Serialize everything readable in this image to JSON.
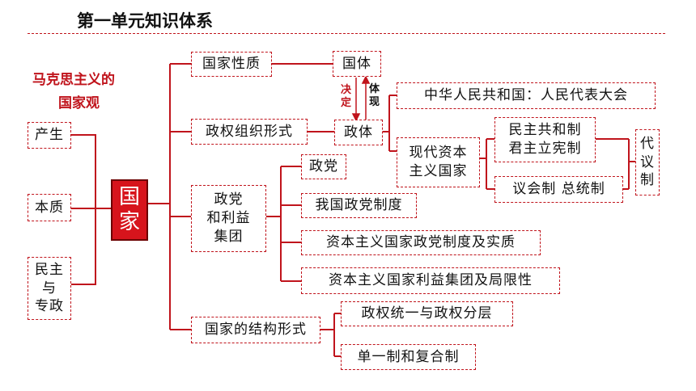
{
  "title": "第一单元知识体系",
  "subtitle_line1": "马克思主义的",
  "subtitle_line2": "国家观",
  "center": "国\n家",
  "left_nodes": {
    "chansheng": "产生",
    "benzhi": "本质",
    "minzhu": "民主\n与\n专政"
  },
  "branches": {
    "guojia_xingzhi": "国家性质",
    "zhengquan_zuzhi": "政权组织形式",
    "zhengdang_liyi": "政党\n和利益\n集团",
    "jiegou_xingshi": "国家的结构形式"
  },
  "nodes": {
    "guoti": "国体",
    "zhengti": "政体",
    "jueding": "决\n定",
    "tixian": "体\n现",
    "zhonghua": "中华人民共和国：人民代表大会",
    "xiandai": "现代资本\n主义国家",
    "minzhu_gonghe": "民主共和制\n君主立宪制",
    "yihui": "议会制  总统制",
    "daiyi": "代\n议\n制",
    "zhengdang": "政党",
    "zhidu": "我国政党制度",
    "zibenzhuyi_zhidu": "资本主义国家政党制度及实质",
    "zibenzhuyi_liyi": "资本主义国家利益集团及局限性",
    "tongyi": "政权统一与政权分层",
    "danyi": "单一制和复合制"
  },
  "colors": {
    "accent": "#c0141c",
    "center_fill": "#d7141c"
  }
}
